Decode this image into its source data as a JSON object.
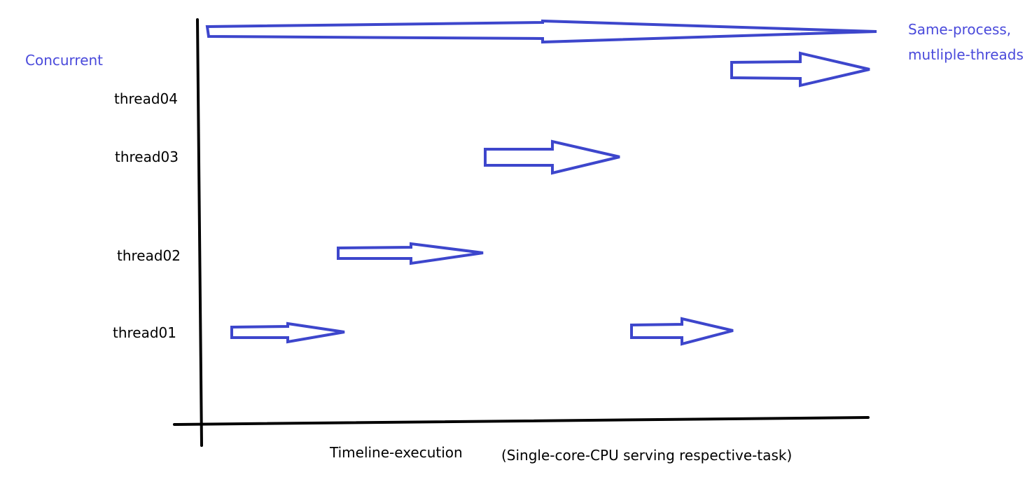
{
  "title_left": "Concurrent",
  "title_right": [
    "Same-process,",
    "mutliple-threads"
  ],
  "threads": [
    "thread04",
    "thread03",
    "thread02",
    "thread01"
  ],
  "x_axis_label": "Timeline-execution",
  "x_axis_note": "(Single-core-CPU serving respective-task)",
  "colors": {
    "arrow_stroke": "#3d46cc",
    "label_blue": "#4a4adb",
    "axis": "#000000"
  }
}
